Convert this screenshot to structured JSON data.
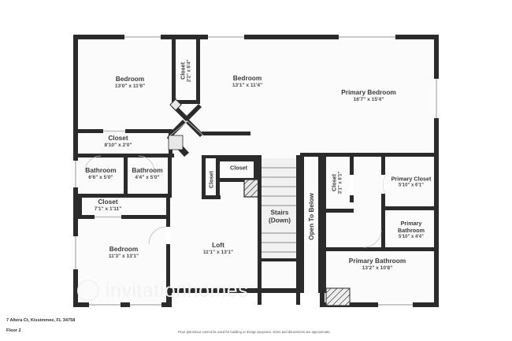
{
  "document": {
    "address": "7 Altera Ct, Kissimmee, FL 34758",
    "floor_label": "Floor 2",
    "disclaimer": "Floor plans/tour cannot be used for building or design purposes. Sizes and dimensions are approximate.",
    "watermark": "invitationhomes"
  },
  "rooms": [
    {
      "id": "bedroom-nw",
      "name": "Bedroom",
      "dimensions": "13'0\" x 11'6\""
    },
    {
      "id": "bedroom-n",
      "name": "Bedroom",
      "dimensions": "13'1\" x 11'4\""
    },
    {
      "id": "primary-bedroom",
      "name": "Primary Bedroom",
      "dimensions": "16'7\" x 15'4\""
    },
    {
      "id": "closet-top",
      "name": "Closet",
      "dimensions": "2'2\" x 6'4\""
    },
    {
      "id": "closet-hall",
      "name": "Closet",
      "dimensions": "8'10\" x 2'0\""
    },
    {
      "id": "bathroom-left",
      "name": "Bathroom",
      "dimensions": "6'6\" x 5'0\""
    },
    {
      "id": "bathroom-right",
      "name": "Bathroom",
      "dimensions": "4'4\" x 5'0\""
    },
    {
      "id": "closet-lower-left",
      "name": "Closet",
      "dimensions": "7'1\" x 1'11\""
    },
    {
      "id": "bedroom-sw",
      "name": "Bedroom",
      "dimensions": "11'3\" x 13'1\""
    },
    {
      "id": "loft",
      "name": "Loft",
      "dimensions": "11'1\" x 13'1\""
    },
    {
      "id": "closet-mid-vert",
      "name": "Closet",
      "dimensions": ""
    },
    {
      "id": "closet-mid",
      "name": "Closet",
      "dimensions": ""
    },
    {
      "id": "closet-primary-sm",
      "name": "Closet",
      "dimensions": "3'1\" x 6'1\""
    },
    {
      "id": "primary-closet",
      "name": "Primary Closet",
      "dimensions": "5'10\" x 6'1\""
    },
    {
      "id": "primary-bath-sm",
      "name": "Primary Bathroom",
      "dimensions": "5'10\" x 4'4\""
    },
    {
      "id": "primary-bath-lg",
      "name": "Primary Bathroom",
      "dimensions": "13'2\" x 10'8\""
    }
  ],
  "features": {
    "stairs_line1": "Stairs",
    "stairs_line2": "(Down)",
    "open_to_below": "Open To Below"
  },
  "colors": {
    "wall": "#2b2b2b",
    "floor_fill": "#fbfbfb",
    "stair_fill": "#f2f2f2",
    "text": "#333333",
    "watermark": "#f2f2f2"
  }
}
